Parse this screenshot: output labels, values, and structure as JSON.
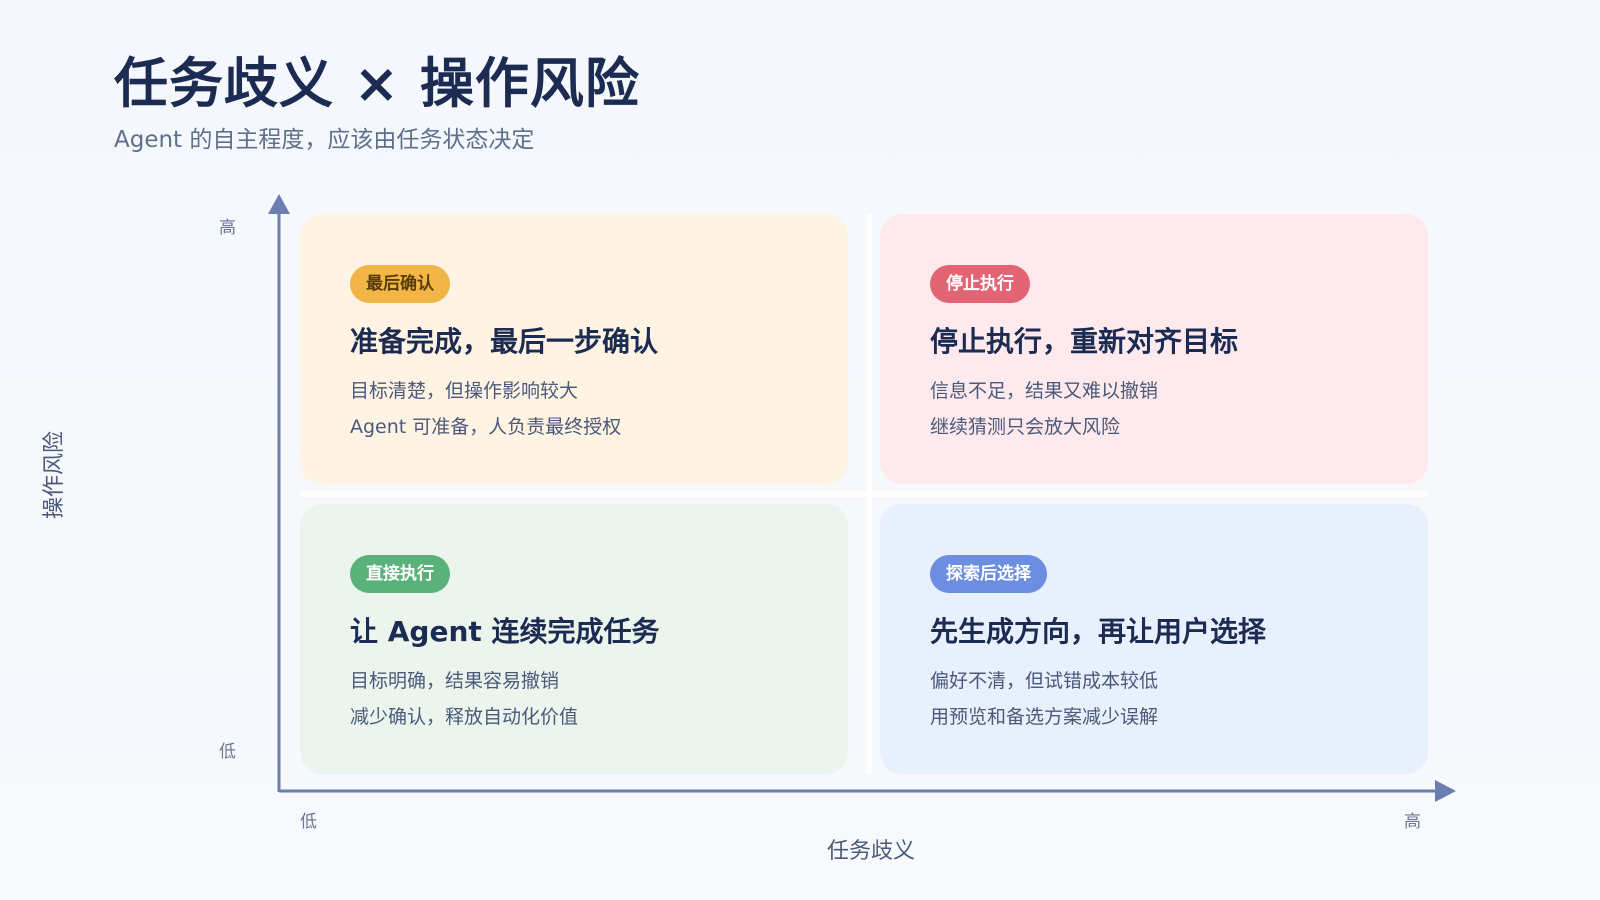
{
  "title": "任务歧义 × 操作风险",
  "subtitle": "Agent 的自主程度，应该由任务状态决定",
  "axes": {
    "y_label": "操作风险",
    "y_high": "高",
    "y_low": "低",
    "x_label": "任务歧义",
    "x_low": "低",
    "x_high": "高",
    "color": "#6b7eaf"
  },
  "quadrants": {
    "top_left": {
      "badge": "最后确认",
      "heading": "准备完成，最后一步确认",
      "line1": "目标清楚，但操作影响较大",
      "line2": "Agent 可准备，人负责最终授权",
      "badge_color": "#f2b646",
      "background": "#fff3e3"
    },
    "top_right": {
      "badge": "停止执行",
      "heading": "停止执行，重新对齐目标",
      "line1": "信息不足，结果又难以撤销",
      "line2": "继续猜测只会放大风险",
      "badge_color": "#e36473",
      "background": "#feeaec"
    },
    "bottom_left": {
      "badge": "直接执行",
      "heading": "让 Agent 连续完成任务",
      "line1": "目标明确，结果容易撤销",
      "line2": "减少确认，释放自动化价值",
      "badge_color": "#5ab179",
      "background": "#ebf5ee"
    },
    "bottom_right": {
      "badge": "探索后选择",
      "heading": "先生成方向，再让用户选择",
      "line1": "偏好不清，但试错成本较低",
      "line2": "用预览和备选方案减少误解",
      "badge_color": "#6c8ee0",
      "background": "#e8effd"
    }
  }
}
